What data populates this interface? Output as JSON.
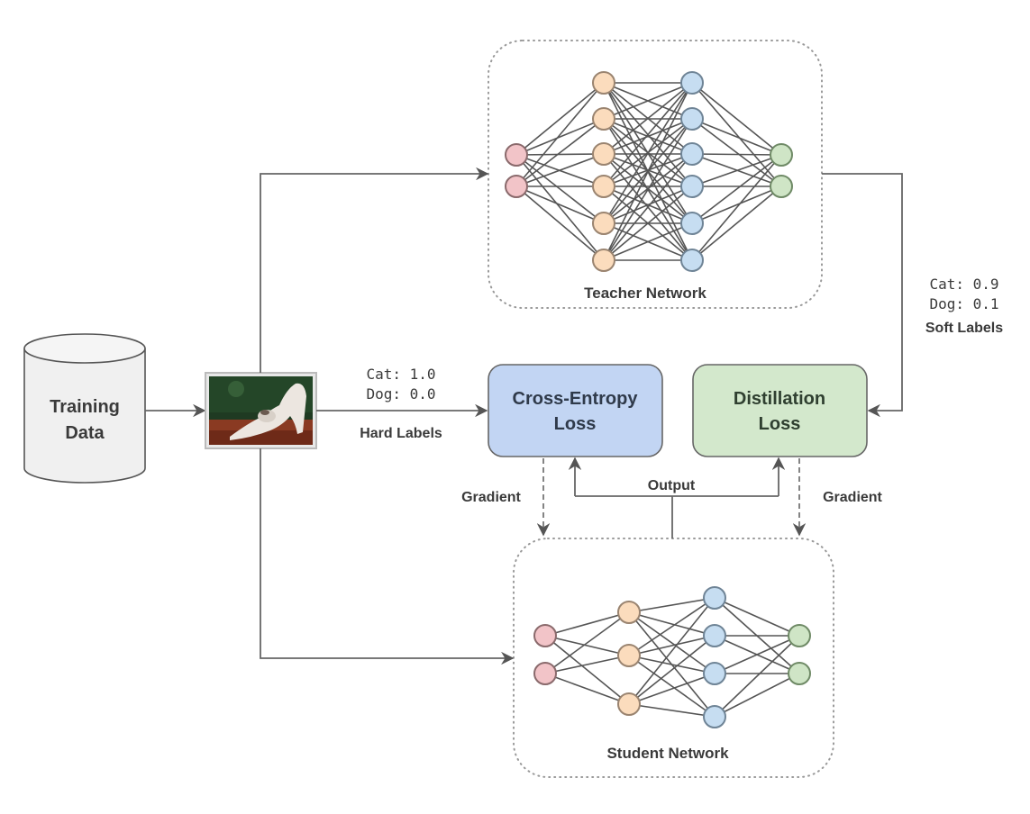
{
  "title": "Knowledge Distillation Training Pipeline",
  "nodes": {
    "training_data": {
      "line1": "Training",
      "line2": "Data"
    },
    "input_image": {
      "label": "cat stretching photo"
    },
    "teacher": {
      "label": "Teacher Network",
      "layers": [
        2,
        6,
        6,
        2
      ]
    },
    "student": {
      "label": "Student Network",
      "layers": [
        2,
        3,
        4,
        2
      ]
    },
    "ce_loss": {
      "line1": "Cross-Entropy",
      "line2": "Loss"
    },
    "distill_loss": {
      "line1": "Distillation",
      "line2": "Loss"
    }
  },
  "labels": {
    "hard": {
      "cat": "Cat: 1.0",
      "dog": "Dog: 0.0",
      "title": "Hard Labels"
    },
    "soft": {
      "cat": "Cat: 0.9",
      "dog": "Dog: 0.1",
      "title": "Soft Labels"
    },
    "output": "Output",
    "gradient_left": "Gradient",
    "gradient_right": "Gradient"
  },
  "colors": {
    "input_node": "#f2c4c8",
    "hidden1_node": "#fbdcbd",
    "hidden2_node": "#c6ddf1",
    "output_node": "#cfe5c6",
    "ce_box": "#c2d5f3",
    "distill_box": "#d3e8cc",
    "db_fill": "#f0f0f0"
  }
}
